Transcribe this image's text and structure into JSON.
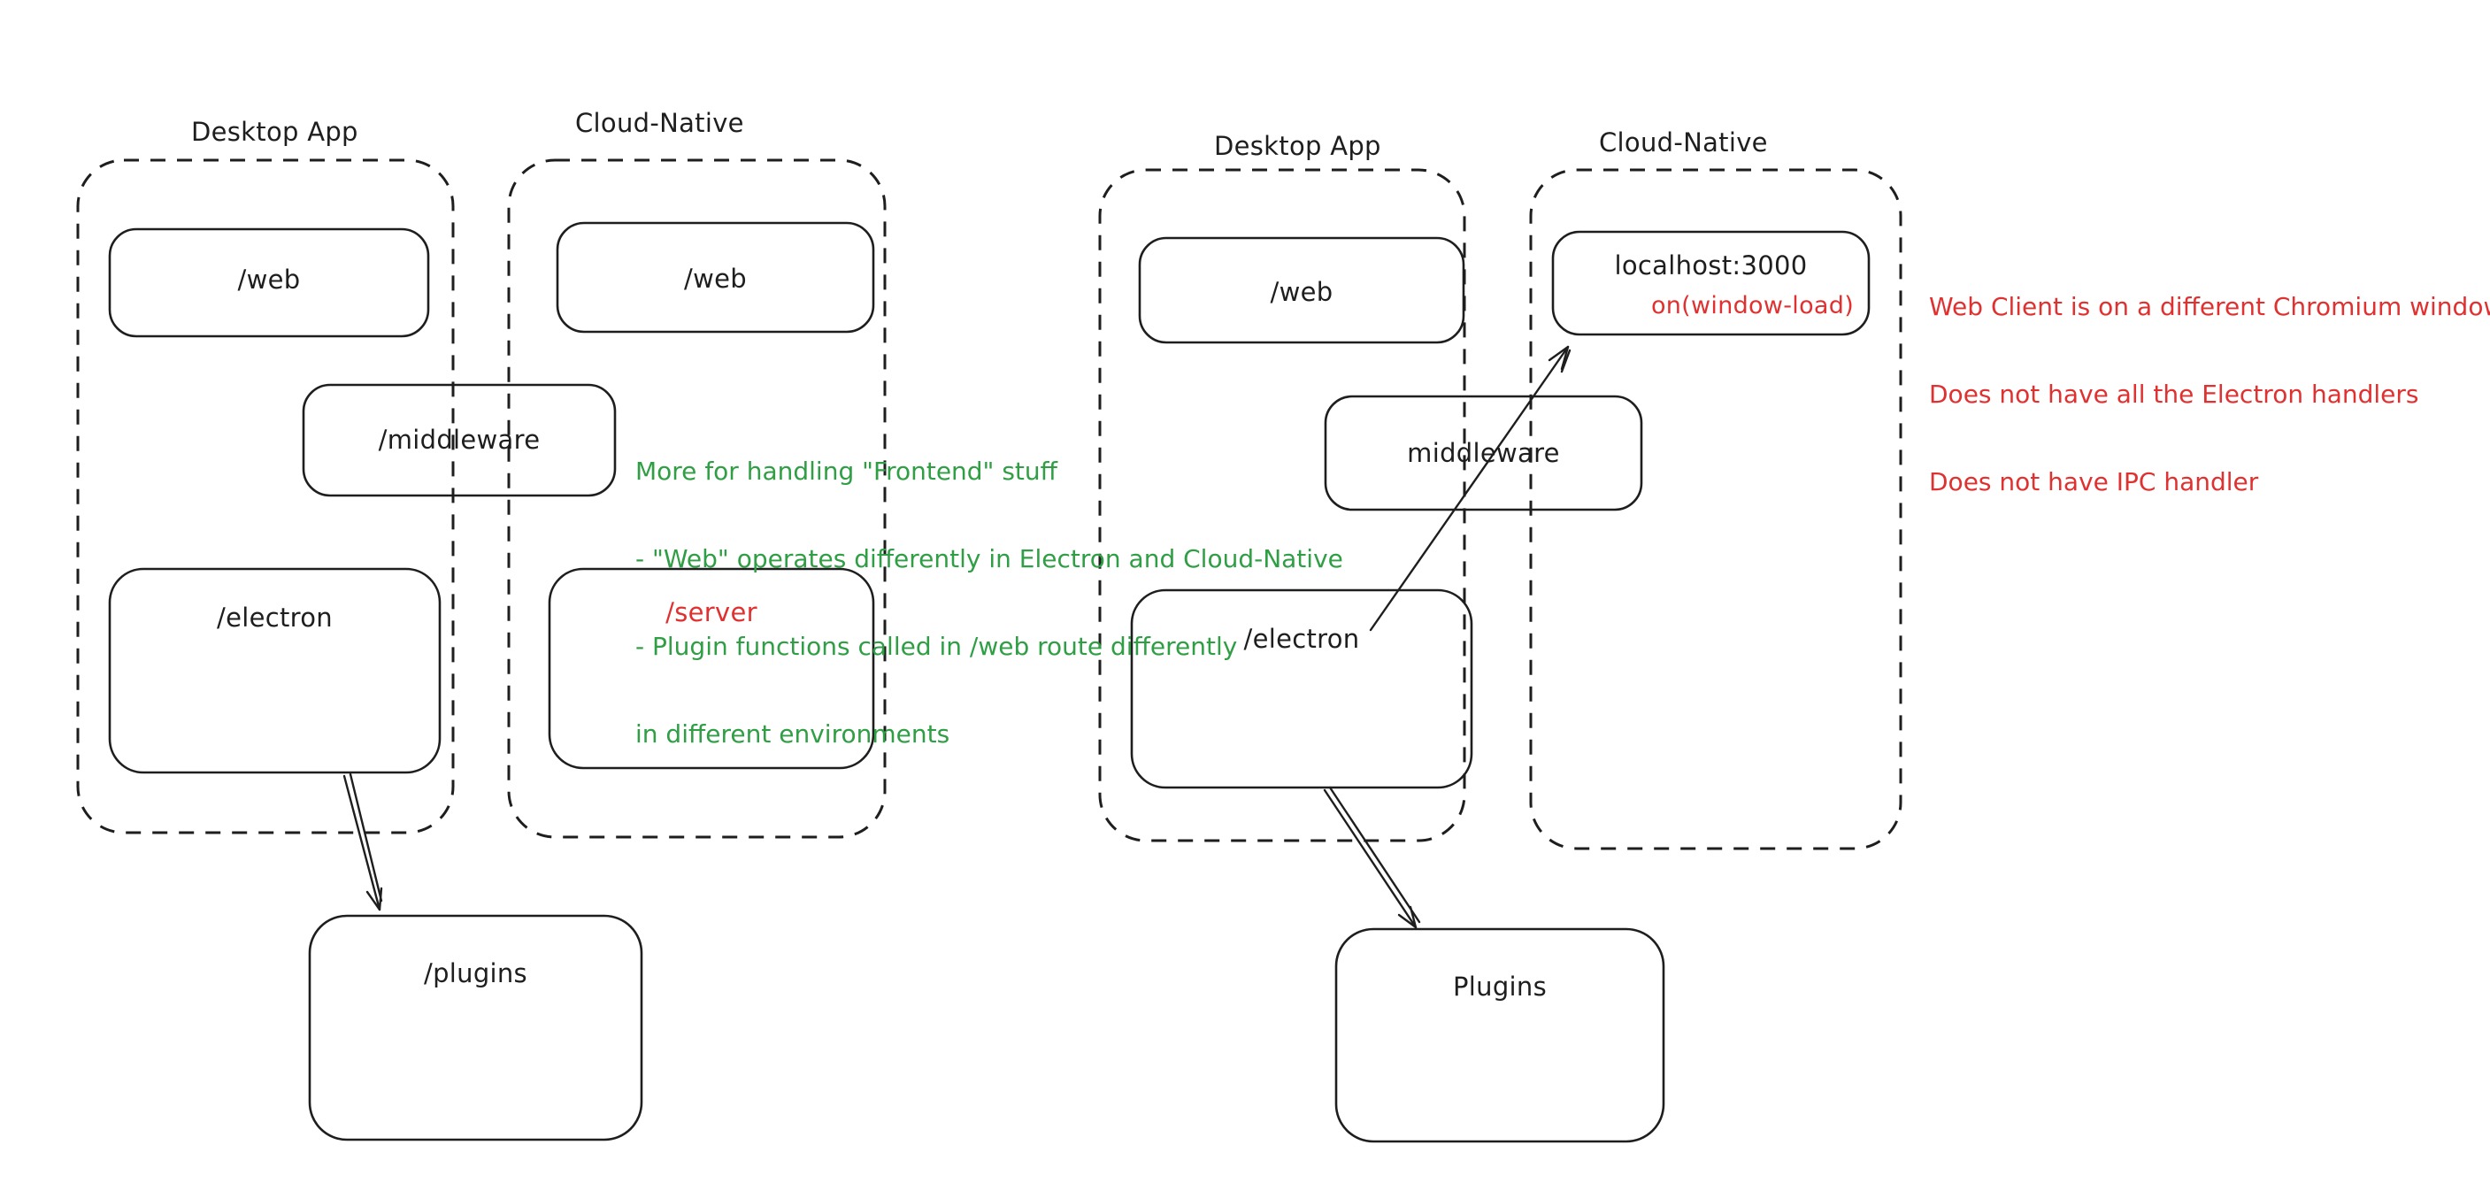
{
  "left_diagram": {
    "desktop_label": "Desktop App",
    "cloud_label": "Cloud-Native",
    "desktop_web_box": "/web",
    "cloud_web_box": "/web",
    "middleware_box": "/middleware",
    "electron_box": "/electron",
    "server_box": "/server",
    "plugins_box": "/plugins",
    "note_lines": [
      "More for handling \"Frontend\" stuff",
      "- \"Web\" operates differently in Electron and Cloud-Native",
      "- Plugin functions called in /web route differently",
      "in different environments"
    ]
  },
  "right_diagram": {
    "desktop_label": "Desktop App",
    "cloud_label": "Cloud-Native",
    "desktop_web_box": "/web",
    "localhost_box": "localhost:3000",
    "window_load_label": "on(window-load)",
    "middleware_box": "middleware",
    "electron_box": "/electron",
    "plugins_box": "Plugins",
    "note_lines": [
      "Web Client is on a different Chromium window",
      "Does not have all the Electron handlers",
      "Does not have IPC handler"
    ]
  },
  "colors": {
    "stroke": "#1e1e1e",
    "green": "#2f9e44",
    "red": "#e03131",
    "background": "#ffffff"
  }
}
